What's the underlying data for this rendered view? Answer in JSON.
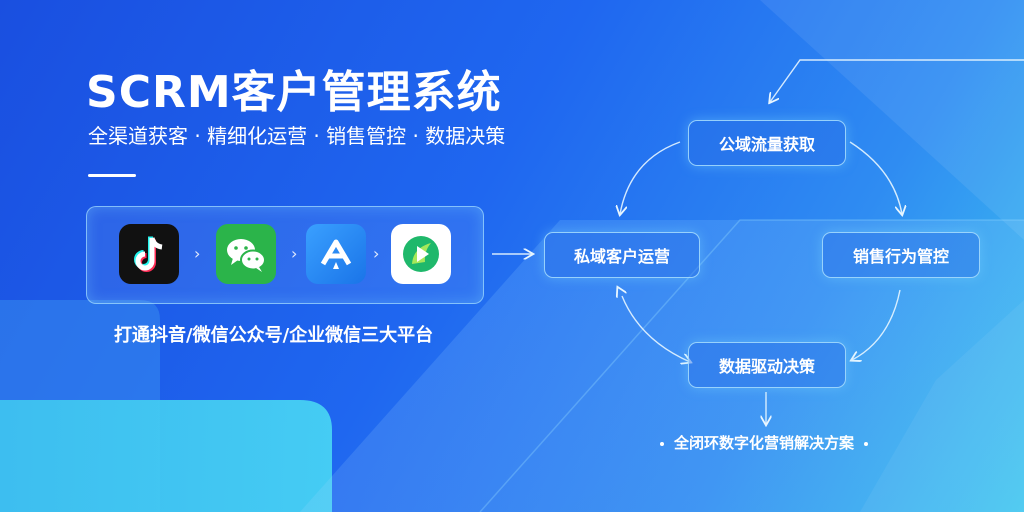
{
  "banner": {
    "title": "SCRM客户管理系统",
    "subtitle": "全渠道获客 · 精细化运营 · 销售管控 · 数据决策",
    "platforms_caption": "打通抖音/微信公众号/企业微信三大平台"
  },
  "platform_icons": [
    {
      "icon": "tiktok-icon",
      "color": "#111111"
    },
    {
      "icon": "wechat-icon",
      "color": "#2bb44a"
    },
    {
      "icon": "enterprise-wechat-icon",
      "color": "#1e8cf5"
    },
    {
      "icon": "official-account-icon",
      "color": "#ffffff"
    }
  ],
  "flow": {
    "top": "公域流量获取",
    "left": "私域客户运营",
    "right": "销售行为管控",
    "bottom": "数据驱动决策",
    "footer": "全闭环数字化营销解决方案"
  },
  "colors": {
    "background": "#1f67f0",
    "accent": "#3fc6f0",
    "text": "#ffffff"
  }
}
